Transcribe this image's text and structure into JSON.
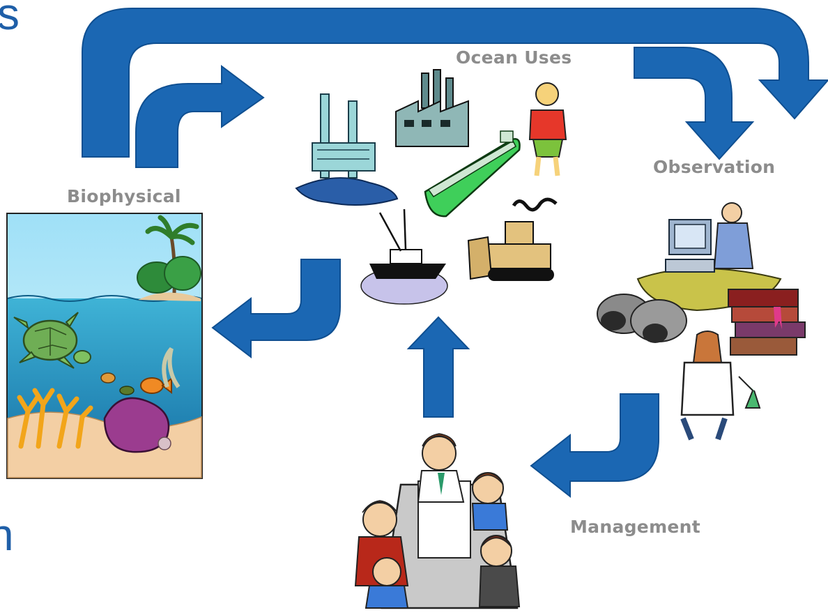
{
  "diagram": {
    "labels": {
      "ocean_uses": "Ocean Uses",
      "observation": "Observation",
      "biophysical": "Biophysical",
      "management": "Management"
    },
    "edge_text": {
      "top": "s",
      "bottom": "n"
    },
    "arrow_color": "#1b67b3",
    "arrow_dark": "#0f4f91",
    "label_color": "#8c8c8c"
  }
}
